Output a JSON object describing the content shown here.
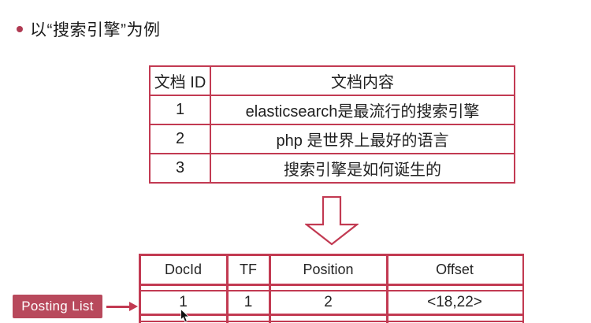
{
  "title": {
    "text": "以“搜索引擎”为例"
  },
  "doc_table": {
    "headers": [
      "文档 ID",
      "文档内容"
    ],
    "rows": [
      [
        "1",
        "elasticsearch是最流行的搜索引擎"
      ],
      [
        "2",
        "php 是世界上最好的语言"
      ],
      [
        "3",
        "搜索引擎是如何诞生的"
      ]
    ]
  },
  "posting_table": {
    "headers": [
      "DocId",
      "TF",
      "Position",
      "Offset"
    ],
    "rows": [
      [
        "1",
        "1",
        "2",
        "<18,22>"
      ]
    ]
  },
  "posting_label": "Posting List",
  "icons": {
    "down_arrow": "down-arrow-icon",
    "connector_arrow": "right-arrow-icon",
    "cursor": "mouse-cursor"
  },
  "colors": {
    "accent": "#c23a52",
    "label_bg": "#b8495c",
    "bullet": "#b03a52",
    "text": "#212121"
  }
}
